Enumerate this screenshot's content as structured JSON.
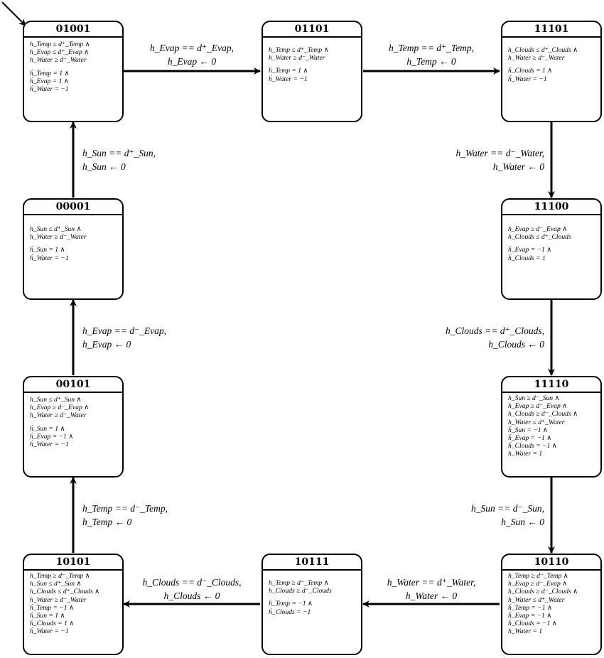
{
  "states": [
    {
      "id": "01001",
      "guards": [
        "h_Temp ≤ d⁺_Temp ∧",
        "h_Evap ≤ d⁺_Evap ∧",
        "h_Water ≥ d⁻_Water"
      ],
      "flows": [
        "ḣ_Temp = 1 ∧",
        "ḣ_Evap = 1 ∧",
        "ḣ_Water = −1"
      ]
    },
    {
      "id": "01101",
      "guards": [
        "h_Temp ≤ d⁺_Temp ∧",
        "h_Water ≥ d⁻_Water"
      ],
      "flows": [
        "ḣ_Temp = 1 ∧",
        "ḣ_Water = −1"
      ]
    },
    {
      "id": "11101",
      "guards": [
        "h_Clouds ≤ d⁺_Clouds ∧",
        "h_Water ≥ d⁻_Water"
      ],
      "flows": [
        "ḣ_Clouds = 1 ∧",
        "ḣ_Water = −1"
      ]
    },
    {
      "id": "00001",
      "guards": [
        "h_Sun ≤ d⁺_Sun ∧",
        "h_Water ≥ d⁻_Water"
      ],
      "flows": [
        "ḣ_Sun = 1 ∧",
        "ḣ_Water = −1"
      ]
    },
    {
      "id": "11100",
      "guards": [
        "h_Evap ≥ d⁻_Evap ∧",
        "h_Clouds ≤ d⁺_Clouds"
      ],
      "flows": [
        "ḣ_Evap = −1 ∧",
        "ḣ_Clouds = 1"
      ]
    },
    {
      "id": "00101",
      "guards": [
        "h_Sun ≤ d⁺_Sun ∧",
        "h_Evap ≥ d⁻_Evap ∧",
        "h_Water ≥ d⁻_Water"
      ],
      "flows": [
        "ḣ_Sun = 1 ∧",
        "ḣ_Evap = −1 ∧",
        "ḣ_Water = −1"
      ]
    },
    {
      "id": "11110",
      "guards": [
        "h_Sun ≥ d⁻_Sun ∧",
        "h_Evap ≥ d⁻_Evap ∧",
        "h_Clouds ≥ d⁻_Clouds ∧",
        "h_Water ≤ d⁺_Water"
      ],
      "flows": [
        "ḣ_Sun = −1 ∧",
        "ḣ_Evap = −1 ∧",
        "ḣ_Clouds = −1 ∧",
        "h_Water = 1"
      ]
    },
    {
      "id": "10101",
      "guards": [
        "h_Temp ≥ d⁻_Temp ∧",
        "h_Sun ≤ d⁺_Sun ∧",
        "h_Clouds ≤ d⁺_Clouds ∧",
        "h_Water ≥ d⁻_Water"
      ],
      "flows": [
        "ḣ_Temp = −1 ∧",
        "ḣ_Sun = 1 ∧",
        "ḣ_Clouds = 1 ∧",
        "ḣ_Water = −1"
      ]
    },
    {
      "id": "10111",
      "guards": [
        "h_Temp ≥ d⁻_Temp ∧",
        "h_Clouds ≥ d⁻_Clouds"
      ],
      "flows": [
        "ḣ_Temp = −1 ∧",
        "ḣ_Clouds = −1"
      ]
    },
    {
      "id": "10110",
      "guards": [
        "h_Temp ≥ d⁻_Temp ∧",
        "h_Evap ≥ d⁻_Evap ∧",
        "h_Clouds ≥ d⁻_Clouds ∧",
        "h_Water ≤ d⁺_Water"
      ],
      "flows": [
        "ḣ_Temp = −1 ∧",
        "ḣ_Evap = −1 ∧",
        "ḣ_Clouds = −1 ∧",
        "h_Water = 1"
      ]
    }
  ],
  "transitions": [
    {
      "from": "01001",
      "to": "01101",
      "guard": "h_Evap == d⁺_Evap,",
      "reset": "h_Evap ← 0"
    },
    {
      "from": "01101",
      "to": "11101",
      "guard": "h_Temp == d⁺_Temp,",
      "reset": "h_Temp ← 0"
    },
    {
      "from": "11101",
      "to": "11100",
      "guard": "h_Water == d⁻_Water,",
      "reset": "h_Water ← 0"
    },
    {
      "from": "11100",
      "to": "11110",
      "guard": "h_Clouds == d⁺_Clouds,",
      "reset": "h_Clouds ← 0"
    },
    {
      "from": "11110",
      "to": "10110",
      "guard": "h_Sun == d⁻_Sun,",
      "reset": "h_Sun ← 0"
    },
    {
      "from": "10110",
      "to": "10111",
      "guard": "h_Water == d⁺_Water,",
      "reset": "h_Water ← 0"
    },
    {
      "from": "10111",
      "to": "10101",
      "guard": "h_Clouds == d⁻_Clouds,",
      "reset": "h_Clouds ← 0"
    },
    {
      "from": "10101",
      "to": "00101",
      "guard": "h_Temp == d⁻_Temp,",
      "reset": "h_Temp ← 0"
    },
    {
      "from": "00101",
      "to": "00001",
      "guard": "h_Evap == d⁻_Evap,",
      "reset": "h_Evap ← 0"
    },
    {
      "from": "00001",
      "to": "01001",
      "guard": "h_Sun == d⁺_Sun,",
      "reset": "h_Sun ← 0"
    }
  ],
  "initial_state": "01001"
}
